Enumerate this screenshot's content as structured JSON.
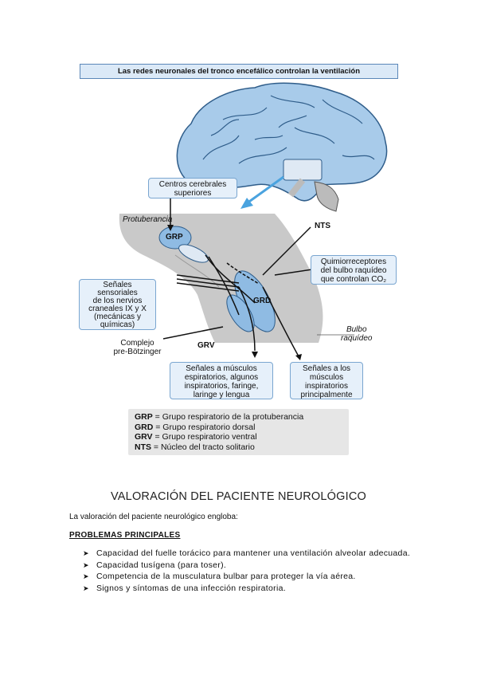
{
  "figure": {
    "title": "Las redes neuronales del tronco encefálico controlan la ventilación",
    "centros_label": [
      "Centros cerebrales",
      "superiores"
    ],
    "protuberancia": "Protuberancia",
    "nts": "NTS",
    "grp": "GRP",
    "grd": "GRD",
    "grv": "GRV",
    "quimio": [
      "Quimiorreceptores",
      "del bulbo raquídeo",
      "que controlan CO₂"
    ],
    "senales_sensoriales": [
      "Señales",
      "sensoriales",
      "de los nervios",
      "craneales IX y X",
      "(mecánicas y",
      "químicas)"
    ],
    "complejo": [
      "Complejo",
      "pre-Bötzinger"
    ],
    "bulbo": [
      "Bulbo",
      "raquídeo"
    ],
    "senales_espiratorios": [
      "Señales a músculos",
      "espiratorios, algunos",
      "inspiratorios, faringe,",
      "laringe y lengua"
    ],
    "senales_inspiratorios": [
      "Señales a los",
      "músculos",
      "inspiratorios",
      "principalmente"
    ],
    "legend": [
      {
        "abbr": "GRP",
        "text": " = Grupo respiratorio de la protuberancia"
      },
      {
        "abbr": "GRD",
        "text": " = Grupo respiratorio dorsal"
      },
      {
        "abbr": "GRV",
        "text": " = Grupo respiratorio ventral"
      },
      {
        "abbr": "NTS",
        "text": " = Núcleo del tracto solitario"
      }
    ]
  },
  "heading": "VALORACIÓN DEL PACIENTE NEUROLÓGICO",
  "intro": "La valoración del paciente neurológico engloba:",
  "section_title": "PROBLEMAS PRINCIPALES",
  "bullets": [
    "Capacidad del fuelle torácico para mantener una ventilación alveolar adecuada.",
    "Capacidad tusígena (para toser).",
    "Competencia de la musculatura bulbar para proteger la vía aérea.",
    "Signos y síntomas de una infección respiratoria."
  ],
  "colors": {
    "brain": "#9cc5e8",
    "brain_line": "#2f5d8a",
    "stem": "#c8c8c8",
    "nucleus": "#8fbbe3",
    "arrow": "#4aa3df"
  }
}
